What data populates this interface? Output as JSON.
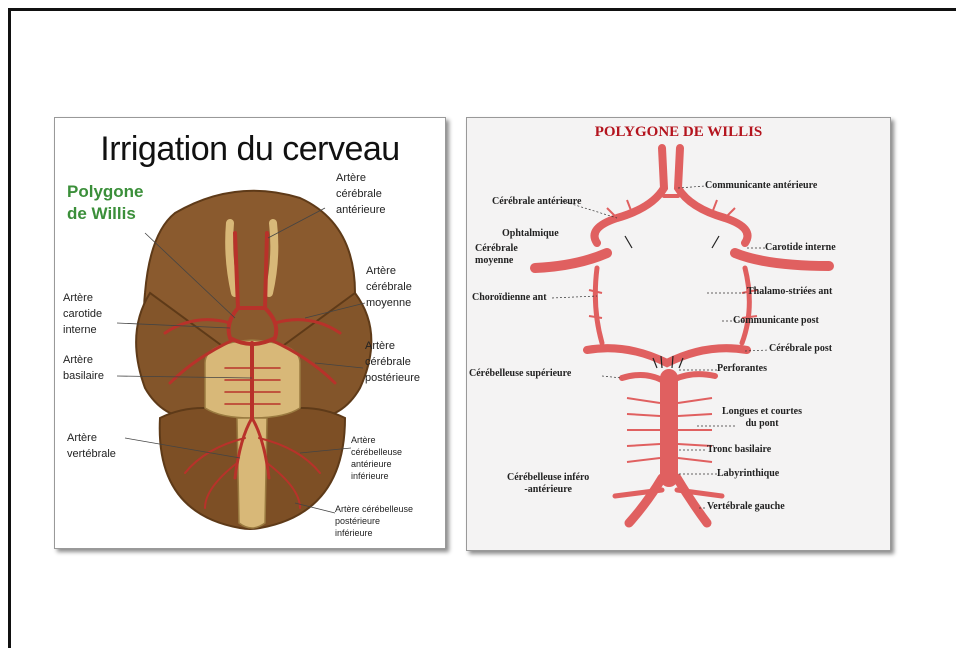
{
  "left": {
    "title": "Irrigation du cerveau",
    "willis": "Polygone\nde Willis",
    "labels": {
      "aca": "Artère\ncérébrale\nantérieure",
      "mca": "Artère\ncérébrale\nmoyenne",
      "ica": "Artère\ncarotide\ninterne",
      "basilar": "Artère\nbasilaire",
      "pca": "Artère\ncérébrale\npostérieure",
      "vertebral": "Artère\nvertébrale",
      "aica": "Artère\ncérébelleuse\nantérieure\ninférieure",
      "pica": "Artère cérébelleuse\npostérieure\ninférieure"
    },
    "colors": {
      "brain": "#8a5a2e",
      "artery": "#b8322a",
      "stem": "#d8b878"
    }
  },
  "right": {
    "title": "POLYGONE DE WILLIS",
    "labels": {
      "com_ant": "Communicante antérieure",
      "cer_ant": "Cérébrale antérieure",
      "ophtalmique": "Ophtalmique",
      "cer_moy": "Cérébrale\nmoyenne",
      "carotide": "Carotide interne",
      "choroid": "Choroïdienne ant",
      "thalamo": "Thalamo-striées ant",
      "com_post": "Communicante post",
      "cer_post": "Cérébrale post",
      "cerebel_sup": "Cérébelleuse supérieure",
      "perforantes": "Perforantes",
      "longues": "Longues et courtes\ndu pont",
      "tronc": "Tronc basilaire",
      "cerebel_inf": "Cérébelleuse inféro\n-antérieure",
      "labyr": "Labyrinthique",
      "vert": "Vertébrale gauche"
    },
    "colors": {
      "artery": "#e06060",
      "title": "#b4141e"
    }
  }
}
